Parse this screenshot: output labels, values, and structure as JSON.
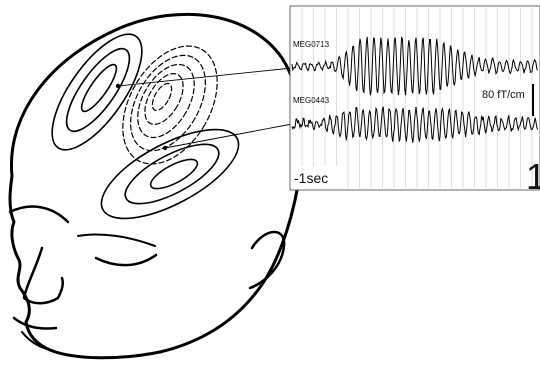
{
  "channels": [
    {
      "label": "MEG0713"
    },
    {
      "label": "MEG0443"
    }
  ],
  "scale_label": "80 fT/cm",
  "time_label": "-1sec",
  "corner_number": "1"
}
